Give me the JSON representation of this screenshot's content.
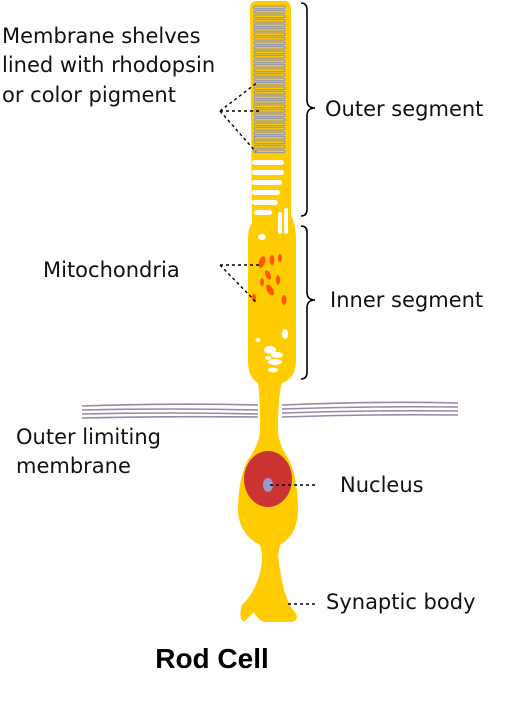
{
  "title": "Rod Cell",
  "labels": {
    "membrane_shelves": [
      "Membrane shelves",
      "lined with rhodopsin",
      "or color pigment"
    ],
    "outer_segment": "Outer segment",
    "mitochondria": "Mitochondria",
    "inner_segment": "Inner segment",
    "outer_limiting_membrane": [
      "Outer limiting",
      "membrane"
    ],
    "nucleus": "Nucleus",
    "synaptic_body": "Synaptic body"
  },
  "colors": {
    "cell_body": "#ffcc00",
    "disc_stroke": "#9999aa",
    "mitochondria": "#ff5500",
    "nucleus": "#cc3333",
    "nucleolus": "#9999cc",
    "membrane_lines": "#9988aa",
    "leader_lines": "#000000"
  }
}
